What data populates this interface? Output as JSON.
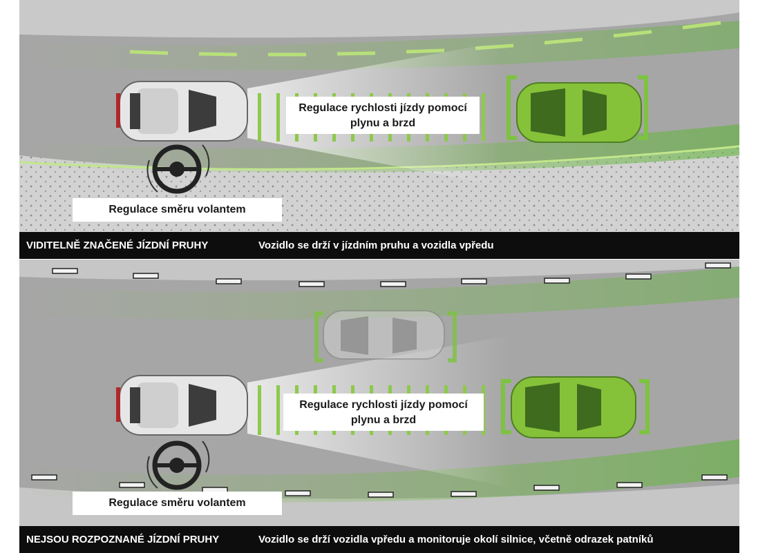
{
  "colors": {
    "road": "#a6a6a6",
    "shoulder": "#d2d2d2",
    "lane_green": "#7ec242",
    "beam_green": "#5fb33a",
    "lead_car": "#86c13a",
    "own_car": "#e6e6e6",
    "bar": "#0d0d0d"
  },
  "scene_top": {
    "speed_label": [
      "Regulace rychlosti jízdy pomocí",
      "plynu a brzd"
    ],
    "steering_label": "Regulace směru volantem",
    "bar_left": "VIDITELNĚ ZNAČENÉ JÍZDNÍ PRUHY",
    "bar_right": "Vozidlo se drží v jízdním pruhu a vozidla vpředu"
  },
  "scene_bottom": {
    "speed_label": [
      "Regulace rychlosti jízdy pomocí",
      "plynu a brzd"
    ],
    "steering_label": "Regulace směru volantem",
    "bar_left": "NEJSOU ROZPOZNANÉ JÍZDNÍ PRUHY",
    "bar_right": "Vozidlo se drží vozidla vpředu a monitoruje okolí silnice, včetně odrazek patníků"
  },
  "icons": [
    "steering-wheel-icon",
    "rotate-arrow-icon"
  ]
}
